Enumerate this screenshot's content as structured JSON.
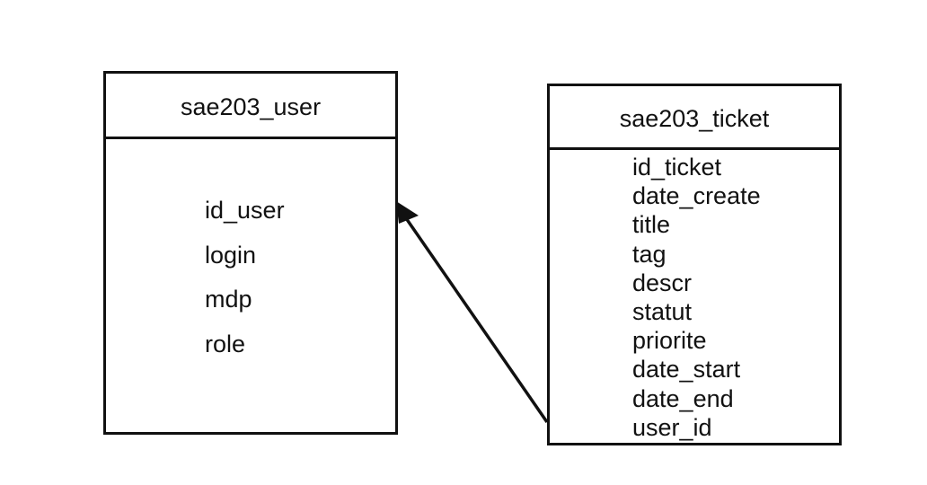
{
  "entities": {
    "user": {
      "name": "sae203_user",
      "fields": [
        "id_user",
        "login",
        "mdp",
        "role"
      ]
    },
    "ticket": {
      "name": "sae203_ticket",
      "fields": [
        "id_ticket",
        "date_create",
        "title",
        "tag",
        "descr",
        "statut",
        "priorite",
        "date_start",
        "date_end",
        "user_id"
      ]
    }
  },
  "relation": {
    "from": "ticket.user_id",
    "to": "user.id_user"
  },
  "colors": {
    "line": "#111111",
    "background": "#ffffff"
  }
}
